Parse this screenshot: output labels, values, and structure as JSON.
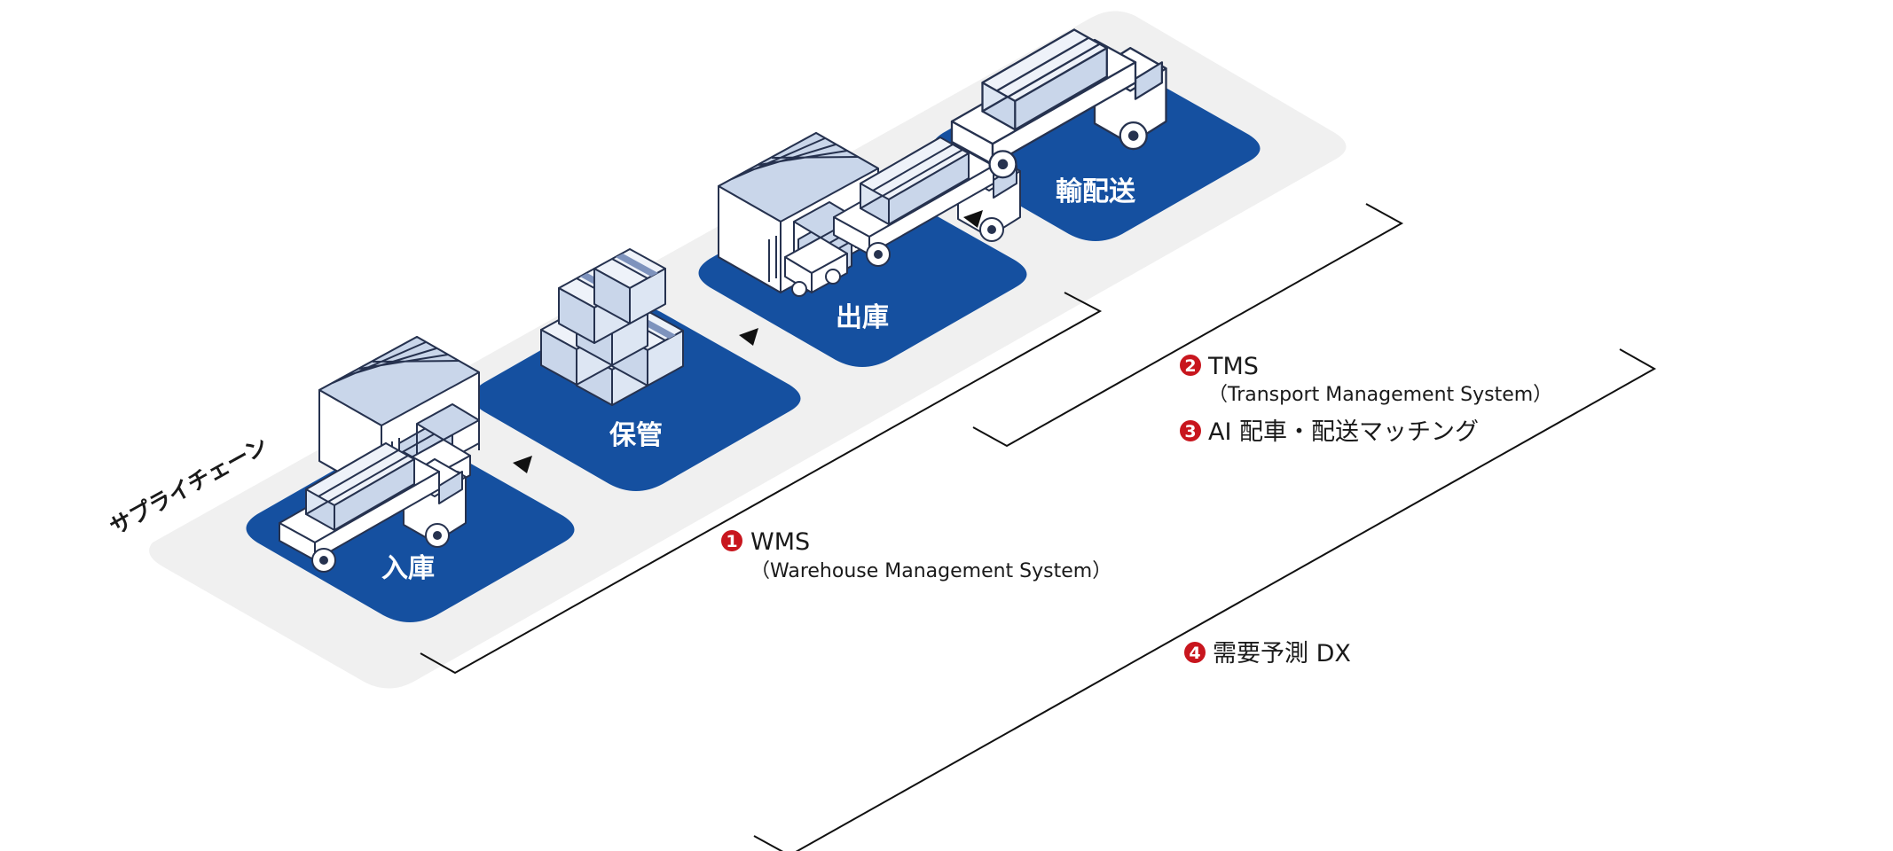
{
  "chain_label": "サプライチェーン",
  "stages": [
    {
      "label": "入庫"
    },
    {
      "label": "保管"
    },
    {
      "label": "出庫"
    },
    {
      "label": "輸配送"
    }
  ],
  "systems": [
    {
      "number": "1",
      "title": "WMS",
      "subtitle": "（Warehouse Management System）"
    },
    {
      "number": "2",
      "title": "TMS",
      "subtitle": "（Transport Management System）"
    },
    {
      "number": "3",
      "title": "AI 配車・配送マッチング"
    },
    {
      "number": "4",
      "title": "需要予測 DX"
    }
  ],
  "colors": {
    "tile": "#1550a0",
    "band": "#f0f0f0",
    "badge": "#c8161e",
    "object_fill": "#ffffff",
    "object_shade": "#c9d6ea"
  }
}
